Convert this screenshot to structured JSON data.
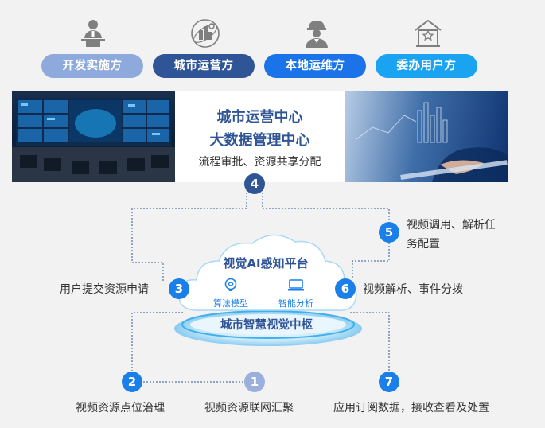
{
  "roles": [
    {
      "label": "开发实施方",
      "icon": "presenter-icon",
      "color": "#8ea9db"
    },
    {
      "label": "城市运营方",
      "icon": "city-gear-icon",
      "color": "#2f5597"
    },
    {
      "label": "本地运维方",
      "icon": "worker-icon",
      "color": "#1a73e8"
    },
    {
      "label": "委办用户方",
      "icon": "government-building-icon",
      "color": "#1aa3f0"
    }
  ],
  "banner": {
    "title_line1": "城市运营中心",
    "title_line2": "大数据管理中心",
    "subtitle": "流程审批、资源共享分配"
  },
  "cloud": {
    "title": "视觉AI感知平台",
    "item_left": "算法模型",
    "item_right": "智能分析",
    "hub": "城市智慧视觉中枢"
  },
  "steps": [
    {
      "num": "1",
      "label": "视频资源联网汇聚"
    },
    {
      "num": "2",
      "label": "视频资源点位治理"
    },
    {
      "num": "3",
      "label": "用户提交资源申请"
    },
    {
      "num": "4",
      "label": ""
    },
    {
      "num": "5",
      "label": "视频调用、解析任务配置"
    },
    {
      "num": "6",
      "label": "视频解析、事件分拨"
    },
    {
      "num": "7",
      "label": "应用订阅数据，接收查看及处置"
    }
  ],
  "step5_lines": [
    "视频调用、解析任",
    "务配置"
  ]
}
